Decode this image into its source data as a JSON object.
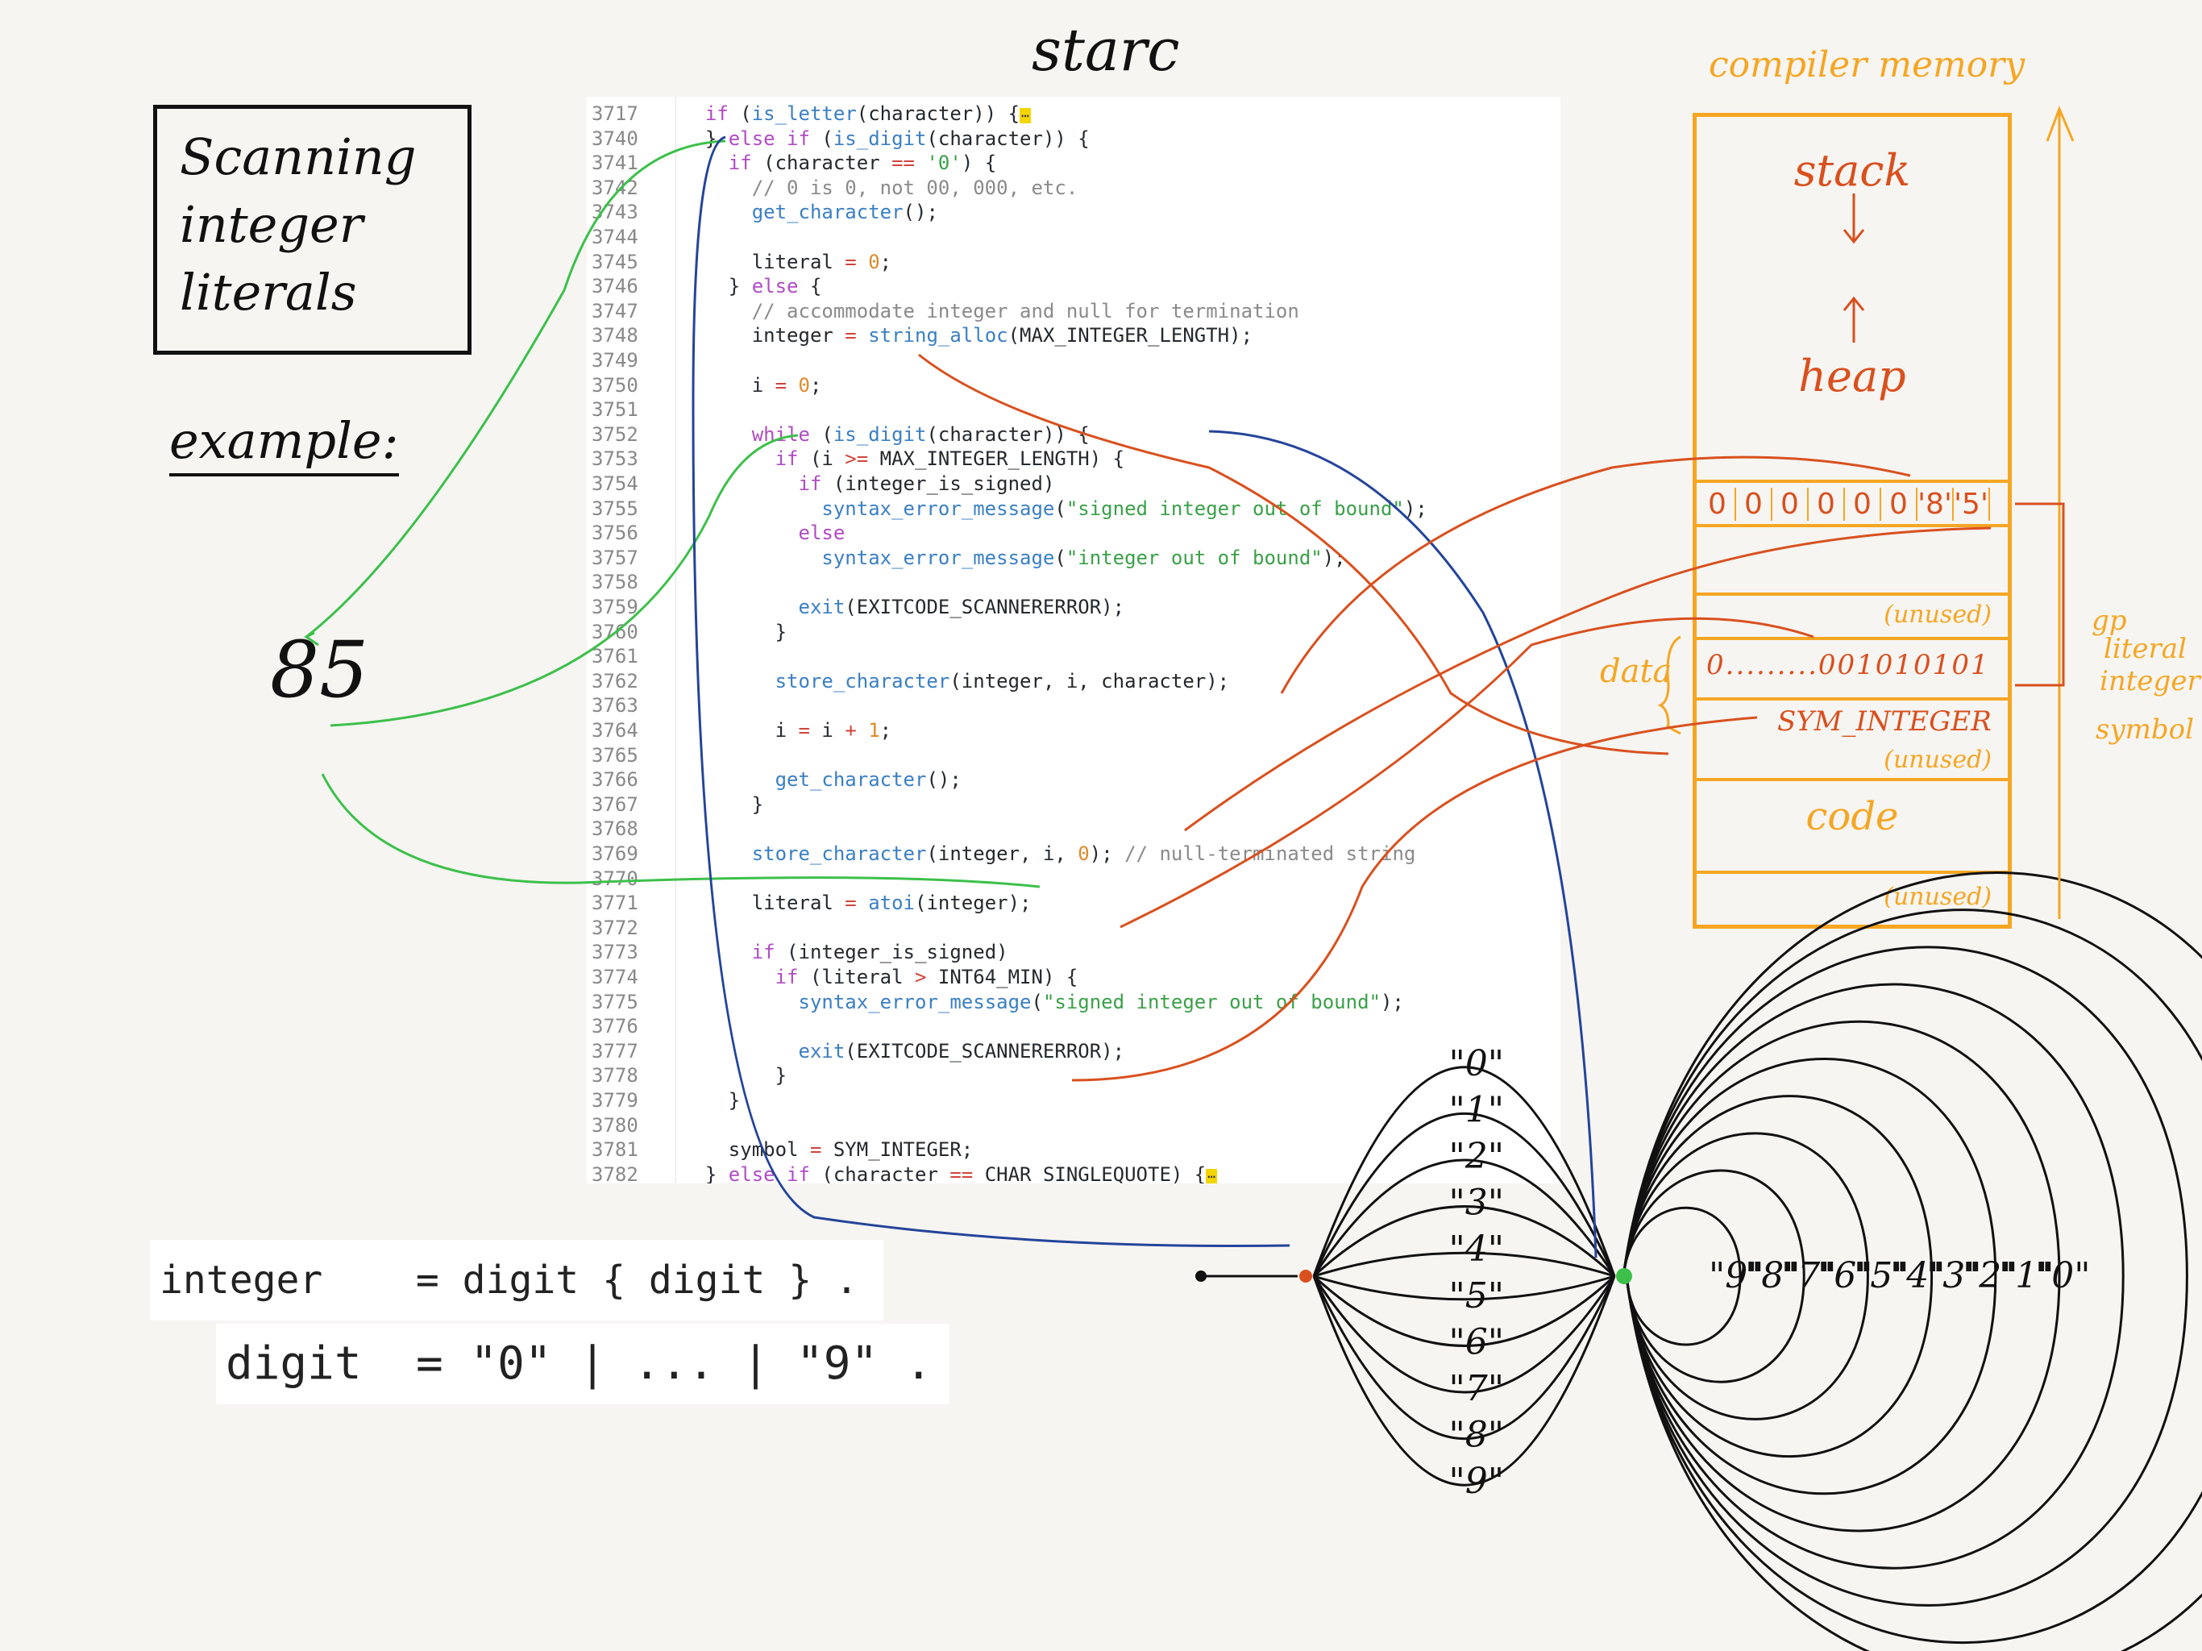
{
  "title": "starc",
  "topic": [
    "Scanning",
    "integer",
    "literals"
  ],
  "example": {
    "label": "example:",
    "value": "85"
  },
  "code": {
    "lines": [
      {
        "n": "3717",
        "t": "  if (is_letter(character)) {⋯"
      },
      {
        "n": "3740",
        "t": "  } else if (is_digit(character)) {"
      },
      {
        "n": "3741",
        "t": "    if (character == '0') {"
      },
      {
        "n": "3742",
        "t": "      // 0 is 0, not 00, 000, etc."
      },
      {
        "n": "3743",
        "t": "      get_character();"
      },
      {
        "n": "3744",
        "t": ""
      },
      {
        "n": "3745",
        "t": "      literal = 0;"
      },
      {
        "n": "3746",
        "t": "    } else {"
      },
      {
        "n": "3747",
        "t": "      // accommodate integer and null for termination"
      },
      {
        "n": "3748",
        "t": "      integer = string_alloc(MAX_INTEGER_LENGTH);"
      },
      {
        "n": "3749",
        "t": ""
      },
      {
        "n": "3750",
        "t": "      i = 0;"
      },
      {
        "n": "3751",
        "t": ""
      },
      {
        "n": "3752",
        "t": "      while (is_digit(character)) {"
      },
      {
        "n": "3753",
        "t": "        if (i >= MAX_INTEGER_LENGTH) {"
      },
      {
        "n": "3754",
        "t": "          if (integer_is_signed)"
      },
      {
        "n": "3755",
        "t": "            syntax_error_message(\"signed integer out of bound\");"
      },
      {
        "n": "3756",
        "t": "          else"
      },
      {
        "n": "3757",
        "t": "            syntax_error_message(\"integer out of bound\");"
      },
      {
        "n": "3758",
        "t": ""
      },
      {
        "n": "3759",
        "t": "          exit(EXITCODE_SCANNERERROR);"
      },
      {
        "n": "3760",
        "t": "        }"
      },
      {
        "n": "3761",
        "t": ""
      },
      {
        "n": "3762",
        "t": "        store_character(integer, i, character);"
      },
      {
        "n": "3763",
        "t": ""
      },
      {
        "n": "3764",
        "t": "        i = i + 1;"
      },
      {
        "n": "3765",
        "t": ""
      },
      {
        "n": "3766",
        "t": "        get_character();"
      },
      {
        "n": "3767",
        "t": "      }"
      },
      {
        "n": "3768",
        "t": ""
      },
      {
        "n": "3769",
        "t": "      store_character(integer, i, 0); // null-terminated string"
      },
      {
        "n": "3770",
        "t": ""
      },
      {
        "n": "3771",
        "t": "      literal = atoi(integer);"
      },
      {
        "n": "3772",
        "t": ""
      },
      {
        "n": "3773",
        "t": "      if (integer_is_signed)"
      },
      {
        "n": "3774",
        "t": "        if (literal > INT64_MIN) {"
      },
      {
        "n": "3775",
        "t": "          syntax_error_message(\"signed integer out of bound\");"
      },
      {
        "n": "3776",
        "t": ""
      },
      {
        "n": "3777",
        "t": "          exit(EXITCODE_SCANNERERROR);"
      },
      {
        "n": "3778",
        "t": "        }"
      },
      {
        "n": "3779",
        "t": "    }"
      },
      {
        "n": "3780",
        "t": ""
      },
      {
        "n": "3781",
        "t": "    symbol = SYM_INTEGER;"
      },
      {
        "n": "3782",
        "t": "  } else if (character == CHAR_SINGLEQUOTE) {⋯"
      }
    ]
  },
  "grammar": {
    "integer_rule": "integer    = digit { digit } .",
    "digit_rule": "digit  = \"0\" | ... | \"9\" ."
  },
  "memory": {
    "title": "compiler memory",
    "stack": "stack",
    "heap": "heap",
    "heap_cells": [
      "0",
      "0",
      "0",
      "0",
      "0",
      "0",
      "'8'",
      "'5'"
    ],
    "unused": "(unused)",
    "data_bits": "0.........001010101",
    "symbol_value": "SYM_INTEGER",
    "code": "code",
    "data_label": "data",
    "side_labels": [
      "gp",
      "literal",
      "integer",
      "symbol"
    ]
  },
  "fsm": {
    "digits_in": [
      "\"0\"",
      "\"1\"",
      "\"2\"",
      "\"3\"",
      "\"4\"",
      "\"5\"",
      "\"6\"",
      "\"7\"",
      "\"8\"",
      "\"9\""
    ],
    "digits_loop": [
      "\"9\"",
      "\"8\"",
      "\"7\"",
      "\"6\"",
      "\"5\"",
      "\"4\"",
      "\"3\"",
      "\"2\"",
      "\"1\"",
      "\"0\""
    ]
  },
  "colors": {
    "green": "#3cc04a",
    "blue": "#24449a",
    "orange": "#d9501e",
    "memory": "#f5a623"
  }
}
